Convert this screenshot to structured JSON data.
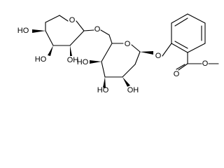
{
  "molecule": {
    "atoms": {
      "xylose_ring_o": "O",
      "xylose_oh_4": "HO",
      "xylose_oh_3": "HO",
      "xylose_oh_2": "OH",
      "glycosidic_o_1": "O",
      "glucose_ring_o": "O",
      "glucose_oh_4": "HO",
      "glucose_oh_3": "HO",
      "glucose_oh_2": "OH",
      "aryl_o": "O",
      "ester_carbonyl_o": "O",
      "ester_o": "O"
    }
  }
}
